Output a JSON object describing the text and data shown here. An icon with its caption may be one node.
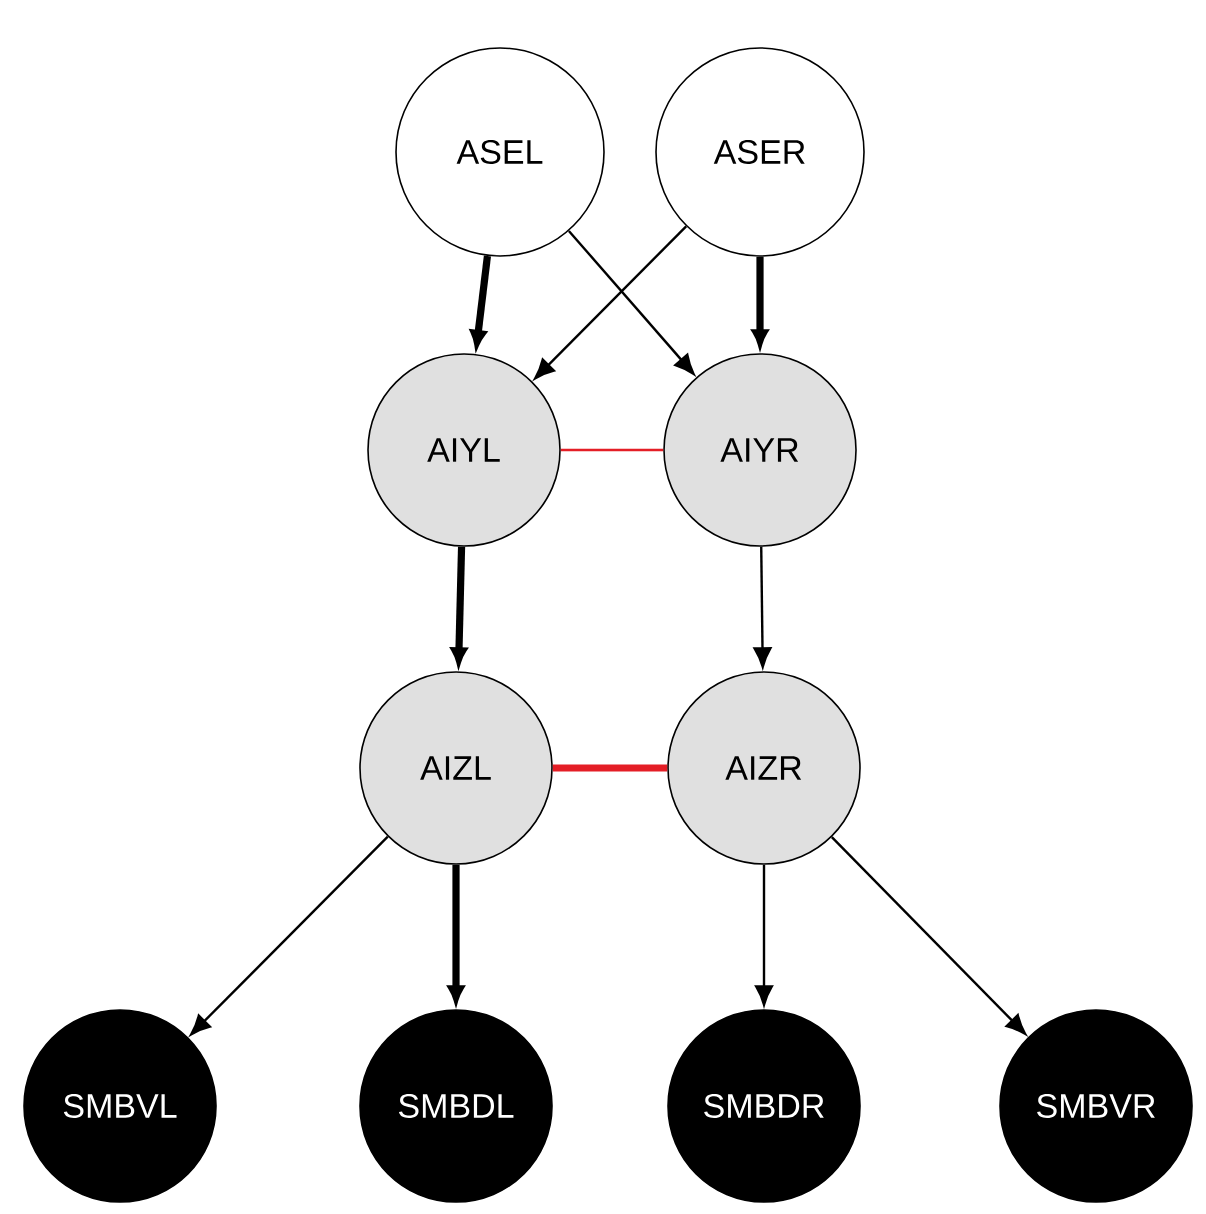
{
  "diagram": {
    "nodes": [
      {
        "text": [
          "ASEL"
        ]
      },
      {
        "text": [
          "ASER"
        ]
      },
      {
        "text": [
          "AIYL"
        ]
      },
      {
        "text": [
          "AIYR"
        ]
      },
      {
        "text": [
          "AIZL"
        ]
      },
      {
        "text": [
          "AIZR"
        ]
      },
      {
        "text": [
          "SMBVL"
        ]
      },
      {
        "text": [
          "SMBDL"
        ]
      },
      {
        "text": [
          "SMBDR"
        ]
      },
      {
        "text": [
          "SMBVR"
        ]
      }
    ],
    "edges": [
      {
        "from": 0,
        "to": 2,
        "arrow": "to",
        "style": "thick"
      },
      {
        "from": 0,
        "to": 3,
        "arrow": "to"
      },
      {
        "from": 1,
        "to": 2,
        "arrow": "to"
      },
      {
        "from": 1,
        "to": 3,
        "arrow": "to",
        "style": "thick"
      },
      {
        "from": 2,
        "to": 3,
        "arrow": "none",
        "color": "#e41e26"
      },
      {
        "from": 2,
        "to": 4,
        "arrow": "to",
        "style": "thick"
      },
      {
        "from": 3,
        "to": 5,
        "arrow": "to"
      },
      {
        "from": 4,
        "to": 5,
        "arrow": "none",
        "style": "thick",
        "color": "#e41e26"
      },
      {
        "from": 4,
        "to": 6,
        "arrow": "to"
      },
      {
        "from": 4,
        "to": 7,
        "arrow": "to",
        "style": "thick"
      },
      {
        "from": 5,
        "to": 8,
        "arrow": "to"
      },
      {
        "from": 5,
        "to": 9,
        "arrow": "to"
      }
    ]
  }
}
